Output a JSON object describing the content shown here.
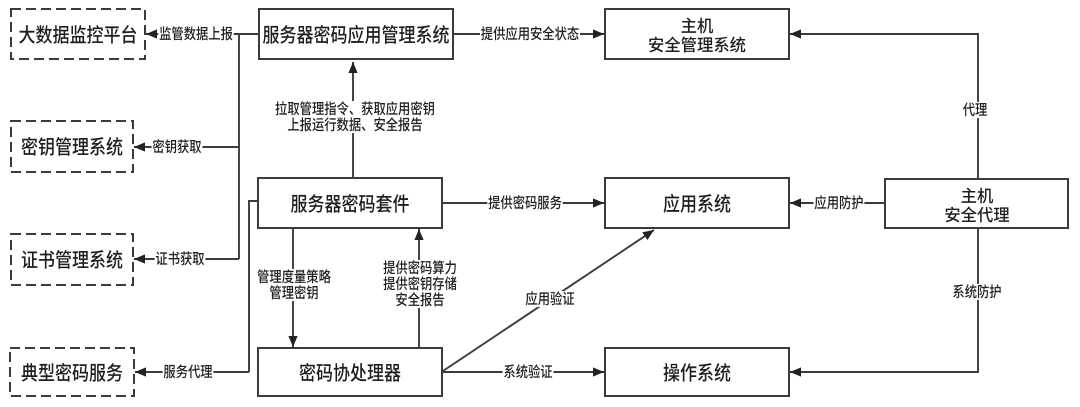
{
  "figure": {
    "type": "architecture-diagram",
    "language": "zh-CN",
    "background_color": "#ffffff",
    "line_color": "#3b3b3b",
    "text_color": "#1f1f1f"
  },
  "boxes": {
    "big_data_platform": {
      "label": "大数据监控平台",
      "style": "dashed"
    },
    "key_mgmt_system": {
      "label": "密钥管理系统",
      "style": "dashed"
    },
    "cert_mgmt_system": {
      "label": "证书管理系统",
      "style": "dashed"
    },
    "typical_crypto_service": {
      "label": "典型密码服务",
      "style": "dashed"
    },
    "server_crypto_app_mgmt": {
      "label": "服务器密码应用管理系统",
      "style": "solid"
    },
    "server_crypto_suite": {
      "label": "服务器密码套件",
      "style": "solid"
    },
    "crypto_coprocessor": {
      "label": "密码协处理器",
      "style": "solid"
    },
    "host_security_mgmt": {
      "line1": "主机",
      "line2": "安全管理系统",
      "style": "solid"
    },
    "app_system": {
      "label": "应用系统",
      "style": "solid"
    },
    "operating_system": {
      "label": "操作系统",
      "style": "solid"
    },
    "host_security_agent": {
      "line1": "主机",
      "line2": "安全代理",
      "style": "solid"
    }
  },
  "edge_labels": {
    "regulatory_data_report": "监管数据上报",
    "key_fetch": "密钥获取",
    "cert_fetch": "证书获取",
    "service_proxy": "服务代理",
    "provide_app_security_status": "提供应用安全状态",
    "pull_mgmt_push_report": {
      "line1": "拉取管理指令、获取应用密钥",
      "line2": "上报运行数据、安全报告"
    },
    "provide_crypto_service": "提供密码服务",
    "manage_policy_key": {
      "line1": "管理度量策略",
      "line2": "管理密钥"
    },
    "provide_capability": {
      "line1": "提供密码算力",
      "line2": "提供密钥存储",
      "line3": "安全报告"
    },
    "app_verification": "应用验证",
    "system_verification": "系统验证",
    "app_protection": "应用防护",
    "system_protection": "系统防护",
    "agent": "代理"
  }
}
